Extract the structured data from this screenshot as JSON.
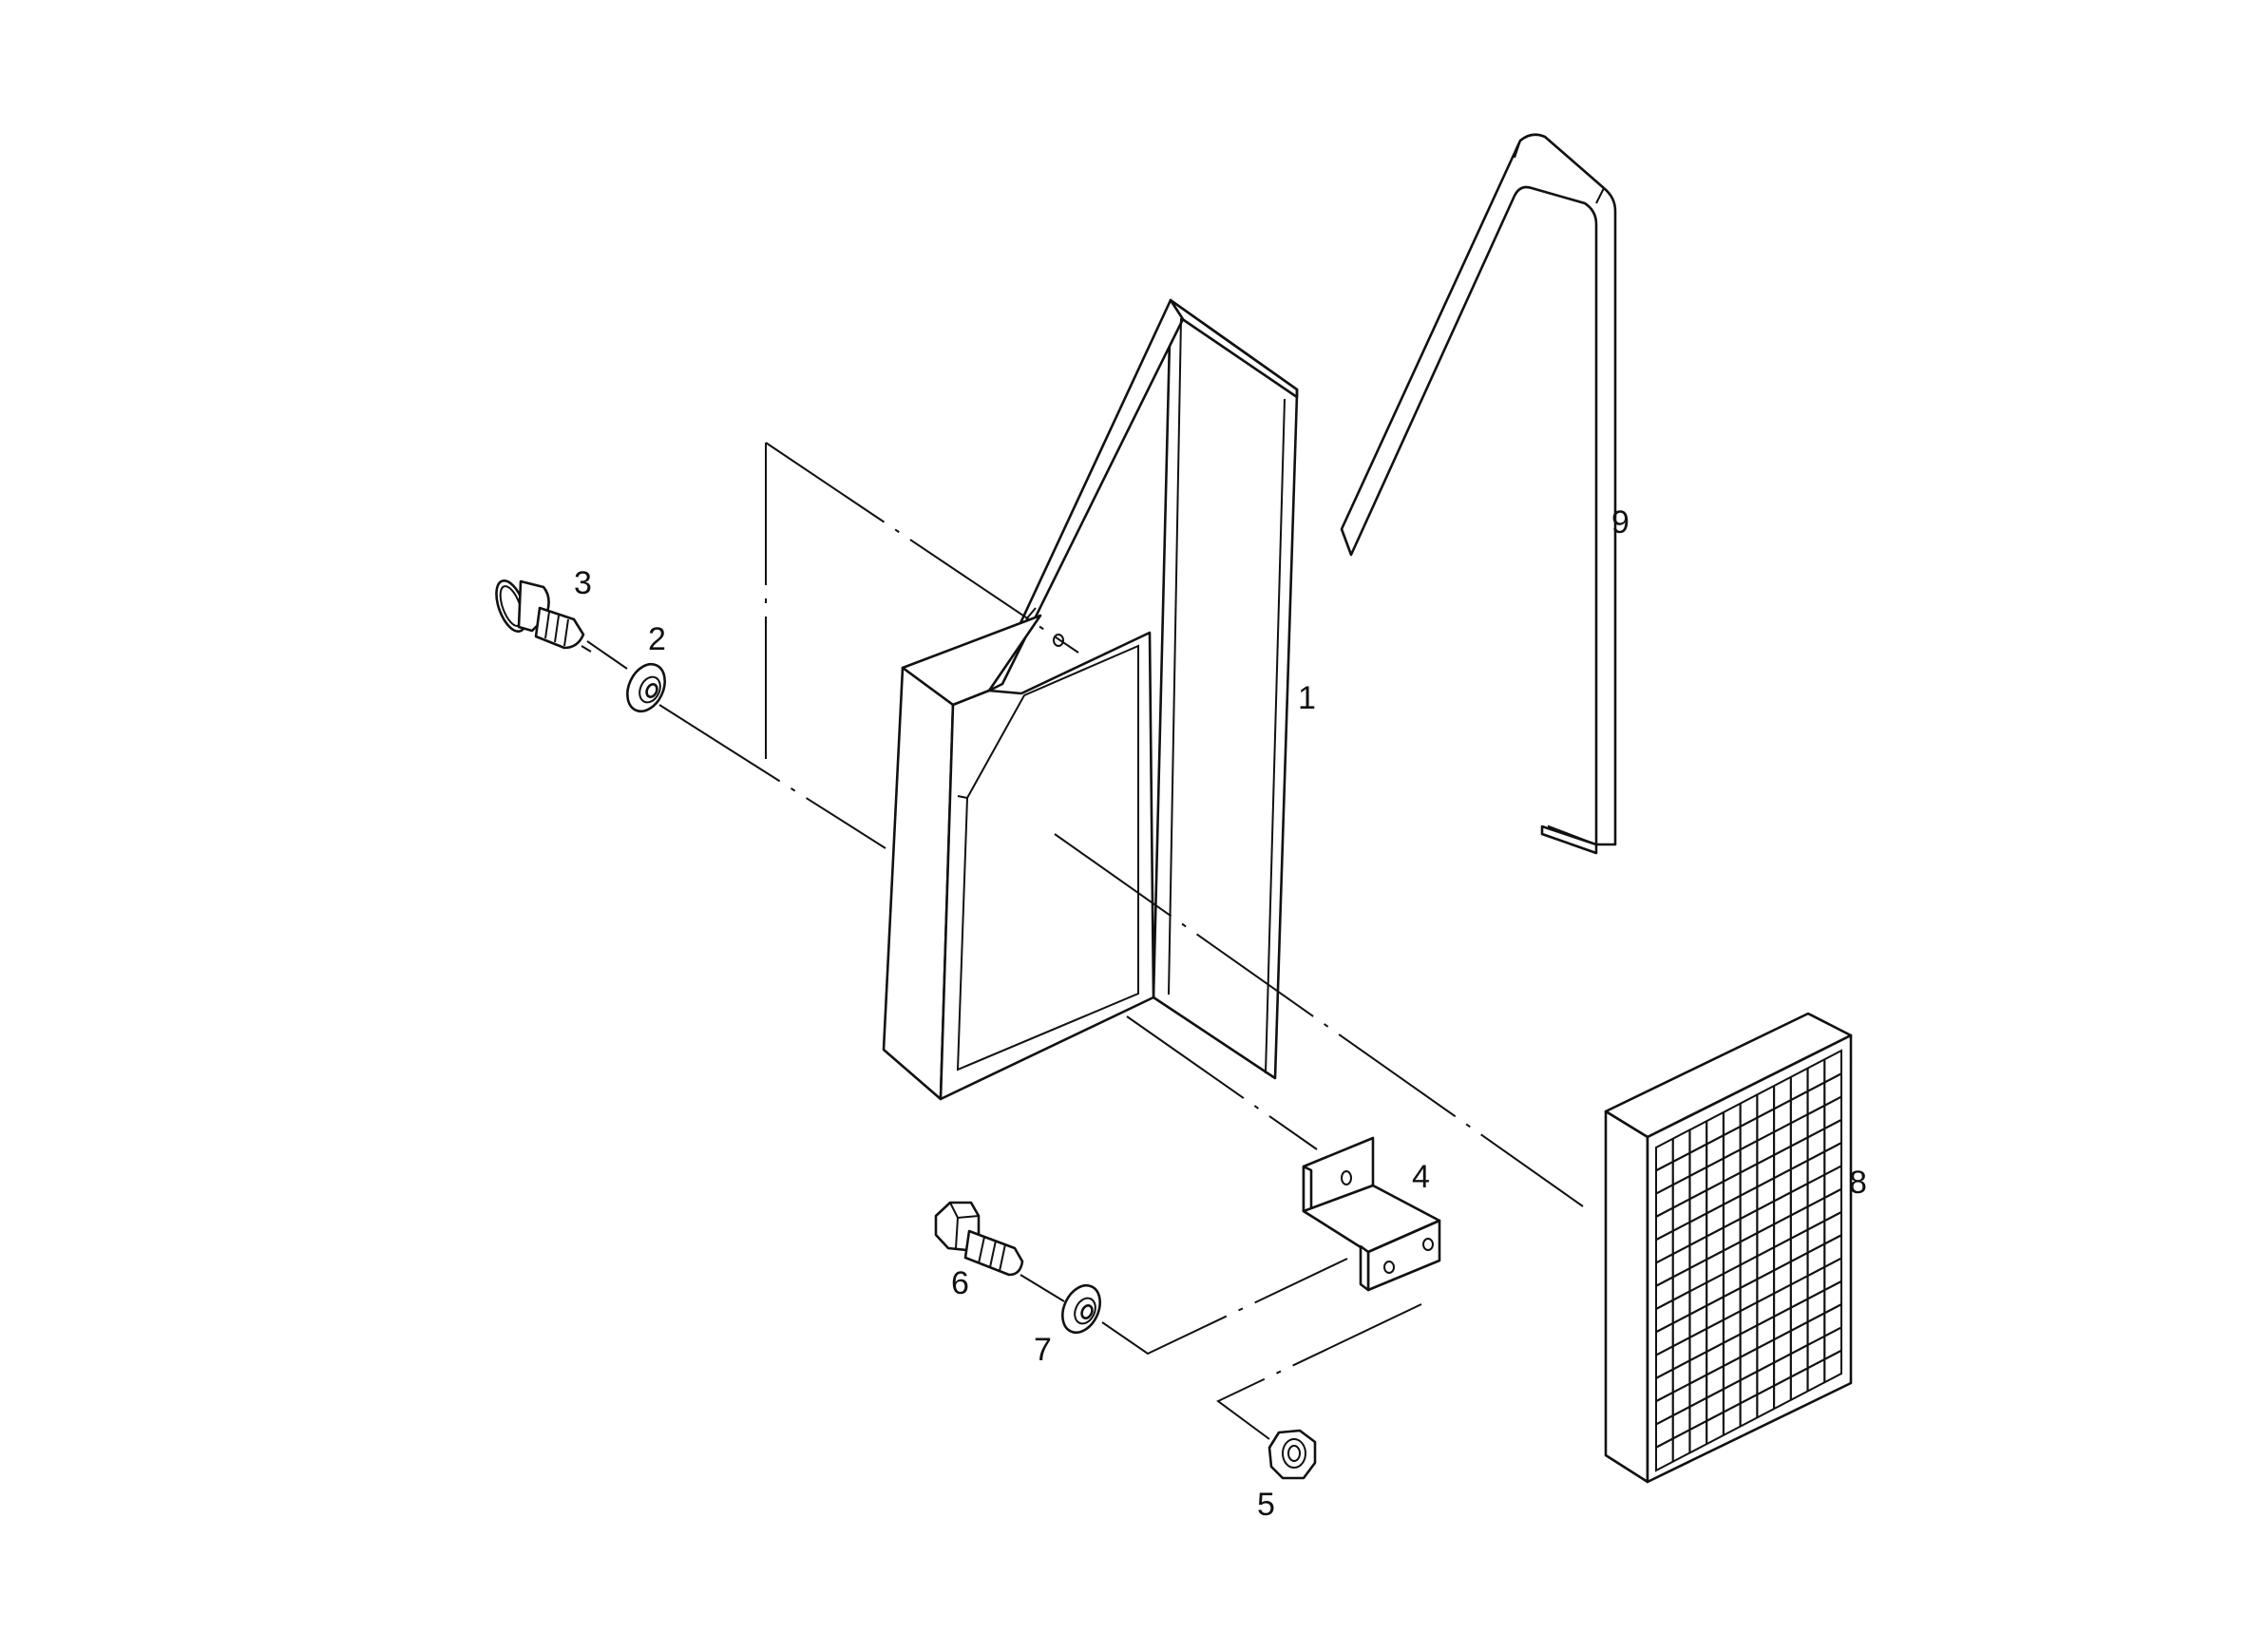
{
  "callouts": {
    "part_1": "1",
    "part_2": "2",
    "part_3": "3",
    "part_4": "4",
    "part_5": "5",
    "part_6": "6",
    "part_7": "7",
    "part_8": "8",
    "part_9": "9"
  }
}
